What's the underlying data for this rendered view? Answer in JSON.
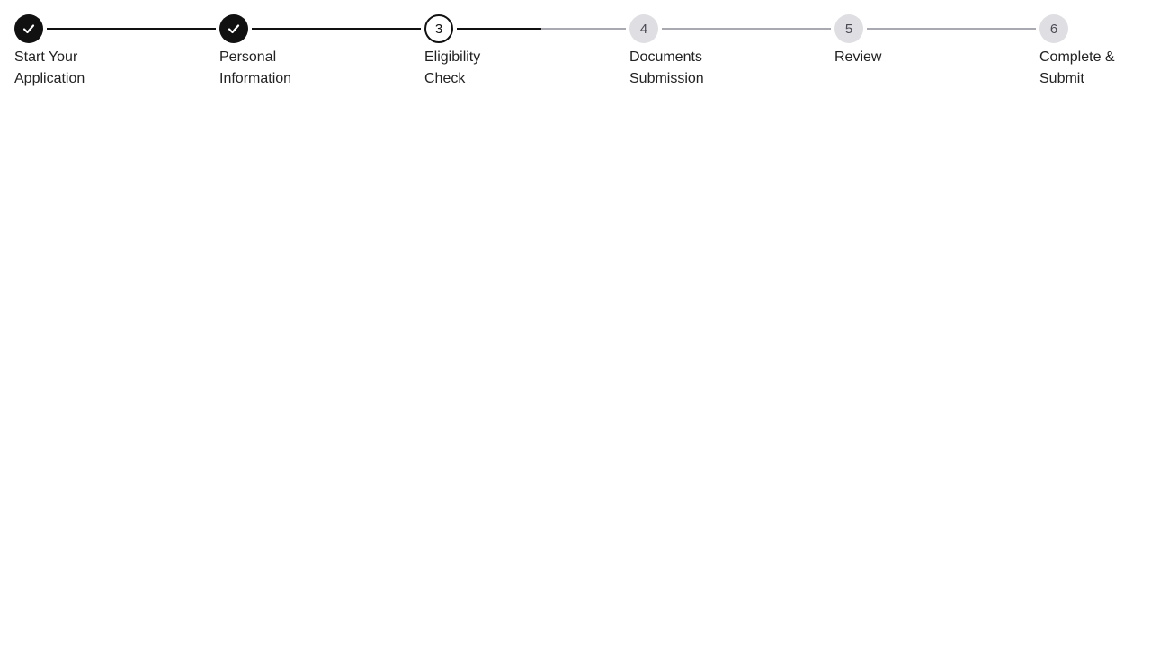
{
  "stepper": {
    "steps": [
      {
        "number": "",
        "state": "done",
        "icon": "check-icon",
        "label_lines": [
          "Start Your",
          "Application"
        ],
        "progress_to_next": 1
      },
      {
        "number": "",
        "state": "done",
        "icon": "check-icon",
        "label_lines": [
          "Personal",
          "Information"
        ],
        "progress_to_next": 1
      },
      {
        "number": "3",
        "state": "current",
        "icon": "",
        "label_lines": [
          "Eligibility",
          "Check"
        ],
        "progress_to_next": 0.5
      },
      {
        "number": "4",
        "state": "upcoming",
        "icon": "",
        "label_lines": [
          "Documents",
          "Submission"
        ],
        "progress_to_next": 0
      },
      {
        "number": "5",
        "state": "upcoming",
        "icon": "",
        "label_lines": [
          "Review",
          ""
        ],
        "progress_to_next": 0
      },
      {
        "number": "6",
        "state": "upcoming",
        "icon": "",
        "label_lines": [
          "Complete &",
          "Submit"
        ],
        "progress_to_next": null
      }
    ]
  },
  "colors": {
    "completed": "#111111",
    "upcoming_circle": "#dfdfe3",
    "upcoming_line": "#a9a9b2"
  }
}
